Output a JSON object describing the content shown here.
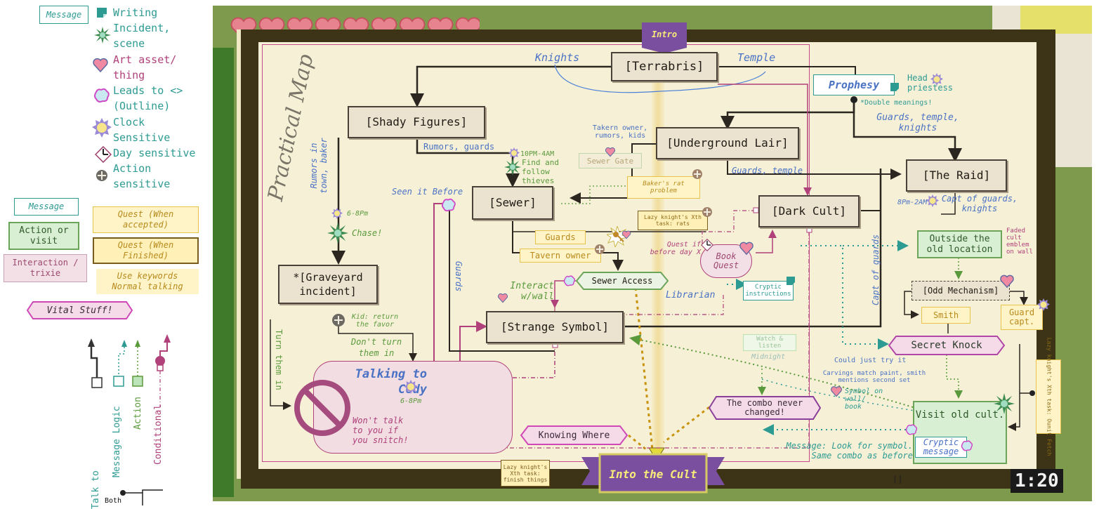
{
  "legend": {
    "message_box": "Message",
    "writing": "Writing",
    "incident": "Incident,",
    "scene": "scene",
    "art_asset": "Art asset/",
    "thing": "thing",
    "leads_to": "Leads to <>",
    "outline": "(Outline)",
    "clock": "Clock",
    "sensitive1": "Sensitive",
    "day_sensitive": "Day sensitive",
    "action": "Action",
    "sensitive2": "sensitive",
    "message_box2": "Message",
    "action_visit": "Action or visit",
    "interaction": "Interaction / trixie",
    "quest_accepted": "Quest (When accepted)",
    "quest_finished": "Quest (When Finished)",
    "keywords": "Use keywords Normal talking",
    "vital": "Vital Stuff!",
    "talk_to": "Talk to",
    "message_logic": "Message Logic",
    "action_line": "Action",
    "conditional": "Conditional",
    "both": "Both"
  },
  "map": {
    "title": "Practical Map",
    "intro": "Intro",
    "into_cult": "Into the Cult",
    "terrabris": "[Terrabris]",
    "knights": "Knights",
    "temple": "Temple",
    "prophesy": "Prophesy",
    "head_priestess": "Head priestess",
    "double_meanings": "*Double meanings!",
    "shady": "[Shady Figures]",
    "rumors_guards": "Rumors, guards",
    "underground": "[Underground Lair]",
    "tavern_rumors": "Takern owner, rumors, kids",
    "guards_temple": "Guards, temple",
    "guards_temple_knights": "Guards, temple, knights",
    "raid": "[The Raid]",
    "raid_time": "8Pm-2AM",
    "capt_guards": "Capt of guards, knights",
    "outside_old": "Outside the old location",
    "faded": "Faded cult emblem on wall",
    "odd_mech": "[Odd Mechanism]",
    "smith": "Smith",
    "guard_capt": "Guard capt.",
    "secret_knock": "Secret Knock",
    "lazy_knight_ounce": "Lazy knight's Xth task: Ounit Fetch",
    "visit_old": "Visit old cult.",
    "cryptic_msg": "Cryptic message",
    "look_symbol": "Message: Look for symbol. Same combo as before",
    "combo": "The combo never changed!",
    "symbol_on_wall": "Symbol on wall/ book",
    "could_try": "Could just try it",
    "carvings": "Carvings match paint, smith mentions second set",
    "dark_cult": "[Dark Cult]",
    "book_quest": "Book Quest",
    "quest_if": "Quest if before day X",
    "cryptic_instr": "Cryptic instructions",
    "librarian": "Librarian",
    "capt_of_guards_v": "Capt of guards",
    "watch_listen": "Watch & listen",
    "midnight": "Midnight",
    "sewer": "[Sewer]",
    "sewer_time": "10PM-4AM",
    "find_follow": "Find and follow thieves",
    "sewer_gate": "Sewer Gate",
    "bakers_rat": "Baker's rat problem",
    "lazy_rats": "Lazy knight's Xth task: rats",
    "guards_box": "Guards",
    "tavern_owner": "Tavern owner",
    "seen_before": "Seen it Before",
    "sewer_access": "Sewer Access",
    "interact_wall": "Interact w/wall",
    "guards_v": "Guards",
    "strange_symbol": "[Strange Symbol]",
    "rumors_town": "Rumors in town, baker",
    "time_68": "6-8Pm",
    "chase": "Chase!",
    "graveyard": "*[Graveyard incident]",
    "kid_return": "Kid: return the favor",
    "dont_turn": "Don't turn them in",
    "turn_in": "Turn them in",
    "talking_cody": "Talking to Cody",
    "cody_time": "6-8Pm",
    "wont_talk": "Won't talk to you if you snitch!",
    "knowing_where": "Knowing Where",
    "lazy_finish": "Lazy knight's Xth task: finish things",
    "clock_display": "1:20"
  },
  "colors": {
    "teal": "#2e9b93",
    "blue": "#4a72c4",
    "green": "#5b9a3c",
    "pink": "#b0417a",
    "quest": "#f3d35a",
    "purple": "#7b4fa0"
  }
}
